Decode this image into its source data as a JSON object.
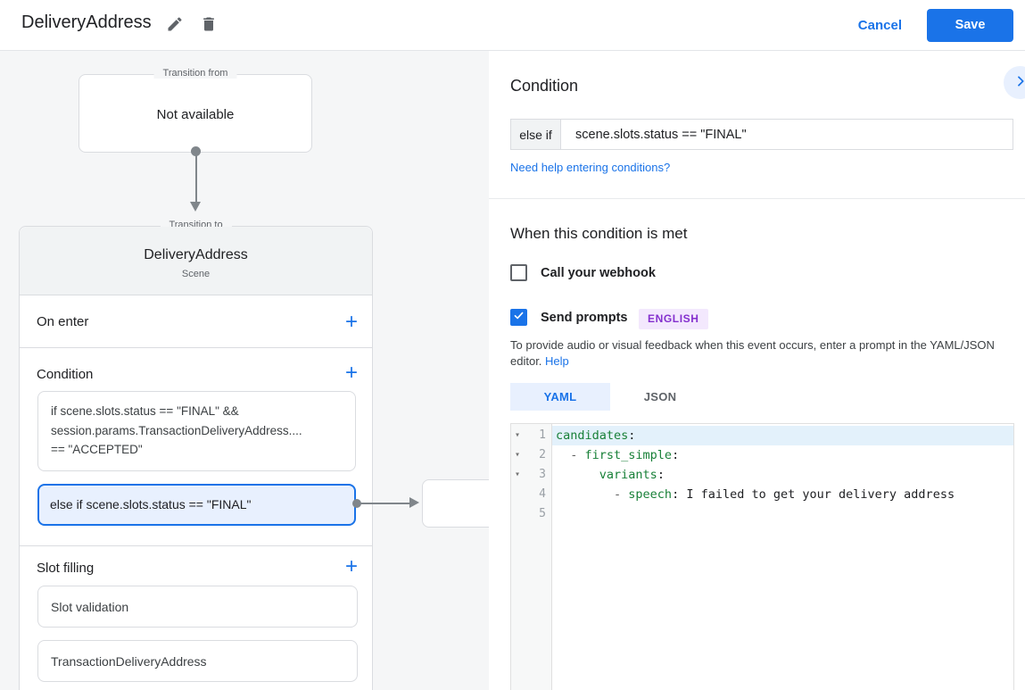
{
  "header": {
    "title": "DeliveryAddress",
    "cancel_label": "Cancel",
    "save_label": "Save"
  },
  "colors": {
    "accent_blue": "#1a73e8",
    "selected_fill": "#e8f0fe",
    "panel_gray": "#f5f6f7",
    "badge_bg": "#f3e8fd",
    "badge_text": "#8430ce",
    "code_key_green": "#188038"
  },
  "diagram": {
    "transition_from": {
      "legend": "Transition from",
      "content": "Not available"
    },
    "scene_card": {
      "legend": "Transition to",
      "title": "DeliveryAddress",
      "subtitle": "Scene",
      "on_enter": {
        "label": "On enter",
        "add": "+"
      },
      "condition": {
        "label": "Condition",
        "add": "+",
        "boxes": [
          {
            "lines": [
              "if scene.slots.status == \"FINAL\" &&",
              "session.params.TransactionDeliveryAddress....",
              "== \"ACCEPTED\""
            ]
          },
          {
            "lines": [
              "else if scene.slots.status == \"FINAL\""
            ],
            "selected": true
          }
        ]
      },
      "slot_filling": {
        "label": "Slot filling",
        "add": "+",
        "items": [
          "Slot validation",
          "TransactionDeliveryAddress"
        ]
      }
    }
  },
  "panel": {
    "title": "Condition",
    "condition_row": {
      "prefix": "else if",
      "value": "scene.slots.status == \"FINAL\""
    },
    "help_link": "Need help entering conditions?",
    "section_title": "When this condition is met",
    "webhook_checkbox": {
      "label": "Call your webhook",
      "checked": false
    },
    "prompts_checkbox": {
      "label": "Send prompts",
      "checked": true,
      "badge": "ENGLISH"
    },
    "description": "To provide audio or visual feedback when this event occurs, enter a prompt in the YAML/JSON editor.",
    "description_link": "Help",
    "tabs": [
      {
        "label": "YAML",
        "active": true
      },
      {
        "label": "JSON",
        "active": false
      }
    ],
    "editor": {
      "lines": [
        {
          "num": "1",
          "fold": true,
          "highlight": true,
          "tokens": [
            {
              "text": "candidates",
              "type": "key"
            },
            {
              "text": ":",
              "type": "plain"
            }
          ]
        },
        {
          "num": "2",
          "fold": true,
          "highlight": false,
          "tokens": [
            {
              "text": "  ",
              "type": "plain"
            },
            {
              "text": "- ",
              "type": "dash"
            },
            {
              "text": "first_simple",
              "type": "key"
            },
            {
              "text": ":",
              "type": "plain"
            }
          ]
        },
        {
          "num": "3",
          "fold": true,
          "highlight": false,
          "tokens": [
            {
              "text": "      ",
              "type": "plain"
            },
            {
              "text": "variants",
              "type": "key"
            },
            {
              "text": ":",
              "type": "plain"
            }
          ]
        },
        {
          "num": "4",
          "fold": false,
          "highlight": false,
          "tokens": [
            {
              "text": "        ",
              "type": "plain"
            },
            {
              "text": "- ",
              "type": "dash"
            },
            {
              "text": "speech",
              "type": "key"
            },
            {
              "text": ":",
              "type": "plain"
            },
            {
              "text": " I failed to get your delivery address",
              "type": "plain"
            }
          ]
        },
        {
          "num": "5",
          "fold": false,
          "highlight": false,
          "tokens": []
        }
      ]
    }
  }
}
